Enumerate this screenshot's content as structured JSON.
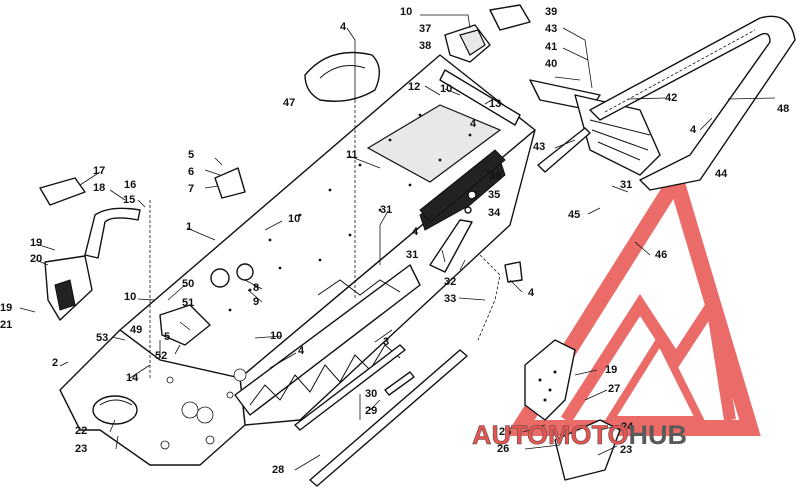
{
  "diagram": {
    "labels": [
      {
        "text": "1"
      },
      {
        "text": "2"
      },
      {
        "text": "3"
      },
      {
        "text": "4"
      },
      {
        "text": "4"
      },
      {
        "text": "4"
      },
      {
        "text": "4"
      },
      {
        "text": "4"
      },
      {
        "text": "4"
      },
      {
        "text": "5"
      },
      {
        "text": "5"
      },
      {
        "text": "6"
      },
      {
        "text": "7"
      },
      {
        "text": "8"
      },
      {
        "text": "9"
      },
      {
        "text": "10"
      },
      {
        "text": "10"
      },
      {
        "text": "10"
      },
      {
        "text": "10"
      },
      {
        "text": "10"
      },
      {
        "text": "11"
      },
      {
        "text": "12"
      },
      {
        "text": "13"
      },
      {
        "text": "14"
      },
      {
        "text": "15"
      },
      {
        "text": "16"
      },
      {
        "text": "17"
      },
      {
        "text": "18"
      },
      {
        "text": "19"
      },
      {
        "text": "19"
      },
      {
        "text": "19"
      },
      {
        "text": "20"
      },
      {
        "text": "21"
      },
      {
        "text": "22"
      },
      {
        "text": "23"
      },
      {
        "text": "23"
      },
      {
        "text": "24"
      },
      {
        "text": "25"
      },
      {
        "text": "26"
      },
      {
        "text": "27"
      },
      {
        "text": "28"
      },
      {
        "text": "29"
      },
      {
        "text": "30"
      },
      {
        "text": "31"
      },
      {
        "text": "31"
      },
      {
        "text": "31"
      },
      {
        "text": "32"
      },
      {
        "text": "33"
      },
      {
        "text": "34"
      },
      {
        "text": "35"
      },
      {
        "text": "36"
      },
      {
        "text": "37"
      },
      {
        "text": "38"
      },
      {
        "text": "39"
      },
      {
        "text": "40"
      },
      {
        "text": "41"
      },
      {
        "text": "42"
      },
      {
        "text": "43"
      },
      {
        "text": "43"
      },
      {
        "text": "44"
      },
      {
        "text": "45"
      },
      {
        "text": "46"
      },
      {
        "text": "47"
      },
      {
        "text": "48"
      },
      {
        "text": "49"
      },
      {
        "text": "50"
      },
      {
        "text": "51"
      },
      {
        "text": "52"
      },
      {
        "text": "53"
      }
    ]
  },
  "watermark": {
    "part1": "AUTO",
    "part2": "MOTO",
    "part3": "HUB",
    "red": "#e8524f",
    "gray": "#5a5a5a"
  }
}
